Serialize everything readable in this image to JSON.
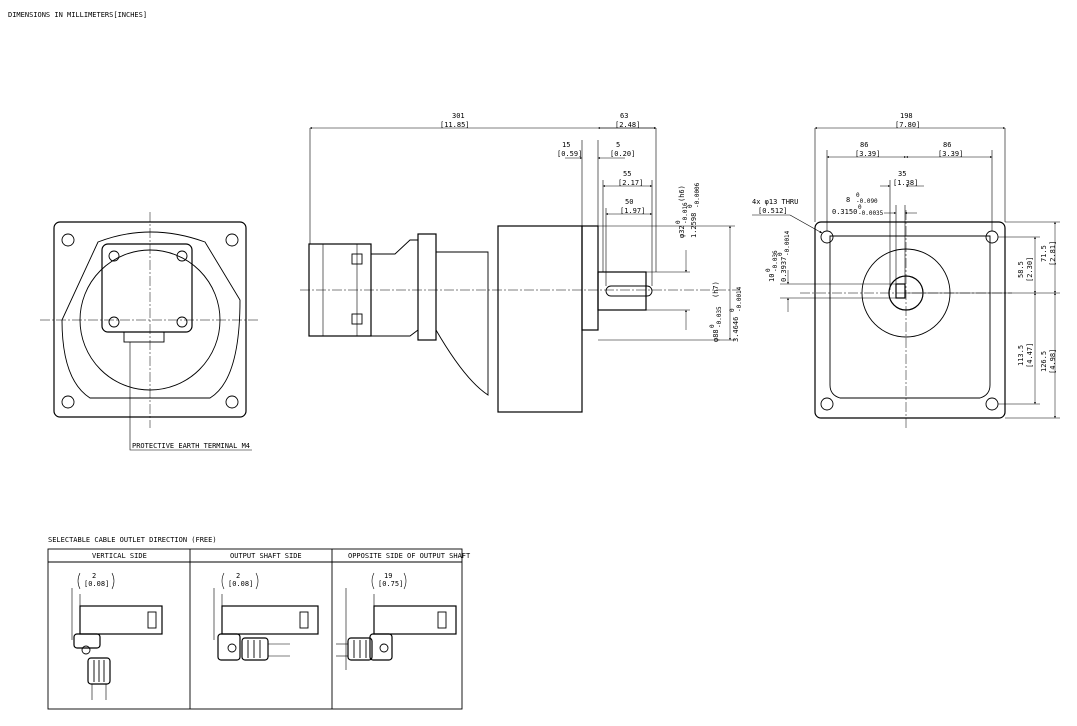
{
  "header": {
    "title": "DIMENSIONS IN MILLIMETERS[INCHES]"
  },
  "front_view": {
    "terminal_label": "PROTECTIVE EARTH TERMINAL M4"
  },
  "side_view": {
    "overall_length": "301",
    "overall_length_in": "[11.85]",
    "shaft_total": "63",
    "shaft_total_in": "[2.48]",
    "flange_offset": "15",
    "flange_offset_in": "[0.59]",
    "shaft_step": "5",
    "shaft_step_in": "[0.20]",
    "shaft_len": "55",
    "shaft_len_in": "[2.17]",
    "key_len": "50",
    "key_len_in": "[1.97]",
    "shaft_dia": "φ32",
    "shaft_tol_upper": "0",
    "shaft_tol_lower": "-0.016",
    "shaft_fit": "(h6)",
    "shaft_dia_in": "1.2598",
    "shaft_dia_in_tol_upper": "0",
    "shaft_dia_in_tol_lower": "-0.0006",
    "pilot_dia": "φ88",
    "pilot_tol_upper": "0",
    "pilot_tol_lower": "-0.035",
    "pilot_fit": "(h7)",
    "pilot_dia_in": "3.4646",
    "pilot_dia_in_tol_upper": "0",
    "pilot_dia_in_tol_lower": "-0.0014"
  },
  "end_view": {
    "overall_width": "198",
    "overall_width_in": "[7.80]",
    "half_left": "86",
    "half_left_in": "[3.39]",
    "half_right": "86",
    "half_right_in": "[3.39]",
    "shaft_offset": "35",
    "shaft_offset_in": "[1.38]",
    "key_width": "8",
    "key_width_tol_upper": "0",
    "key_width_tol_lower": "-0.090",
    "key_width_in": "0.3150",
    "key_width_in_tol_upper": "0",
    "key_width_in_tol_lower": "-0.0035",
    "hole_label": "4x φ13 THRU",
    "hole_label_in": "[0.512]",
    "key_height": "10",
    "key_height_tol_upper": "0",
    "key_height_tol_lower": "-0.036",
    "key_height_in": "0.3937",
    "key_height_in_tol_upper": "0",
    "key_height_in_tol_lower": "-0.0014",
    "upper_a": "58.5",
    "upper_a_in": "[2.30]",
    "upper_b": "71.5",
    "upper_b_in": "[2.81]",
    "lower_a": "113.5",
    "lower_a_in": "[4.47]",
    "lower_b": "126.5",
    "lower_b_in": "[4.98]"
  },
  "cable_table": {
    "title": "SELECTABLE CABLE OUTLET DIRECTION (FREE)",
    "columns": [
      {
        "header": "VERTICAL SIDE",
        "dim": "2",
        "dim_in": "[0.08]"
      },
      {
        "header": "OUTPUT SHAFT SIDE",
        "dim": "2",
        "dim_in": "[0.08]"
      },
      {
        "header": "OPPOSITE SIDE OF OUTPUT SHAFT",
        "dim": "19",
        "dim_in": "[0.75]"
      }
    ]
  }
}
